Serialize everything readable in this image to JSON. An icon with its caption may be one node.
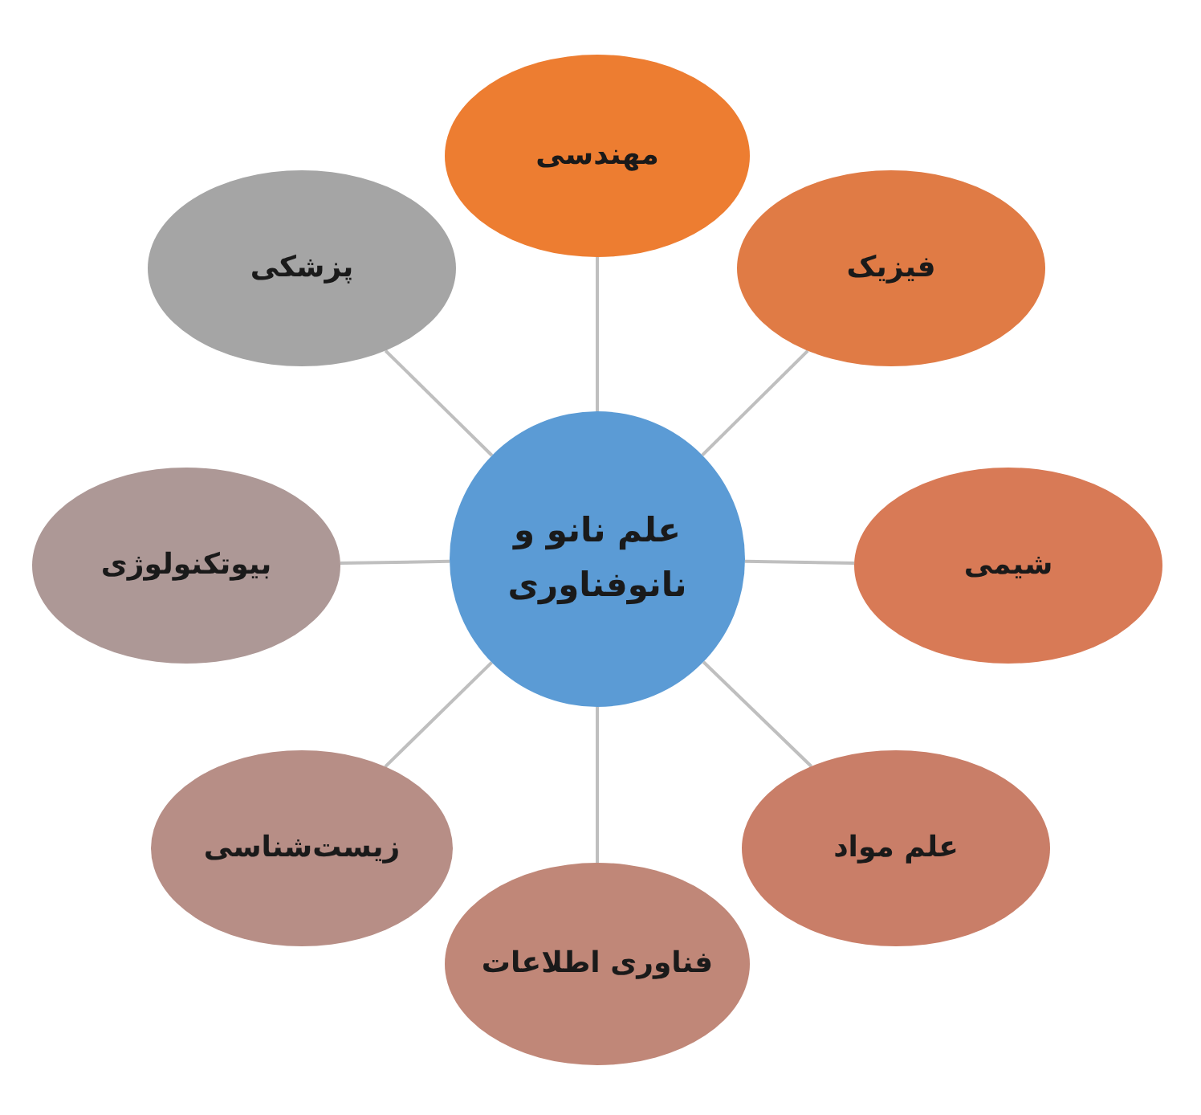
{
  "diagram": {
    "nodes": [
      {
        "text": [
          "علم نانو و نانوفناوری"
        ]
      },
      {
        "text": [
          "مهندسی"
        ]
      },
      {
        "text": [
          "فیزیک"
        ]
      },
      {
        "text": [
          "شیمی"
        ]
      },
      {
        "text": [
          "علم مواد"
        ]
      },
      {
        "text": [
          "فناوری اطلاعات"
        ]
      },
      {
        "text": [
          "زیست‌شناسی"
        ]
      },
      {
        "text": [
          "بیوتکنولوژی"
        ]
      },
      {
        "text": [
          "پزشکی"
        ]
      }
    ],
    "edges": [
      {
        "from": 0,
        "to": 1,
        "arrow": "none"
      },
      {
        "from": 0,
        "to": 2,
        "arrow": "none"
      },
      {
        "from": 0,
        "to": 3,
        "arrow": "none"
      },
      {
        "from": 0,
        "to": 4,
        "arrow": "none"
      },
      {
        "from": 0,
        "to": 5,
        "arrow": "none"
      },
      {
        "from": 0,
        "to": 6,
        "arrow": "none"
      },
      {
        "from": 0,
        "to": 7,
        "arrow": "none"
      },
      {
        "from": 0,
        "to": 8,
        "arrow": "none"
      }
    ]
  }
}
